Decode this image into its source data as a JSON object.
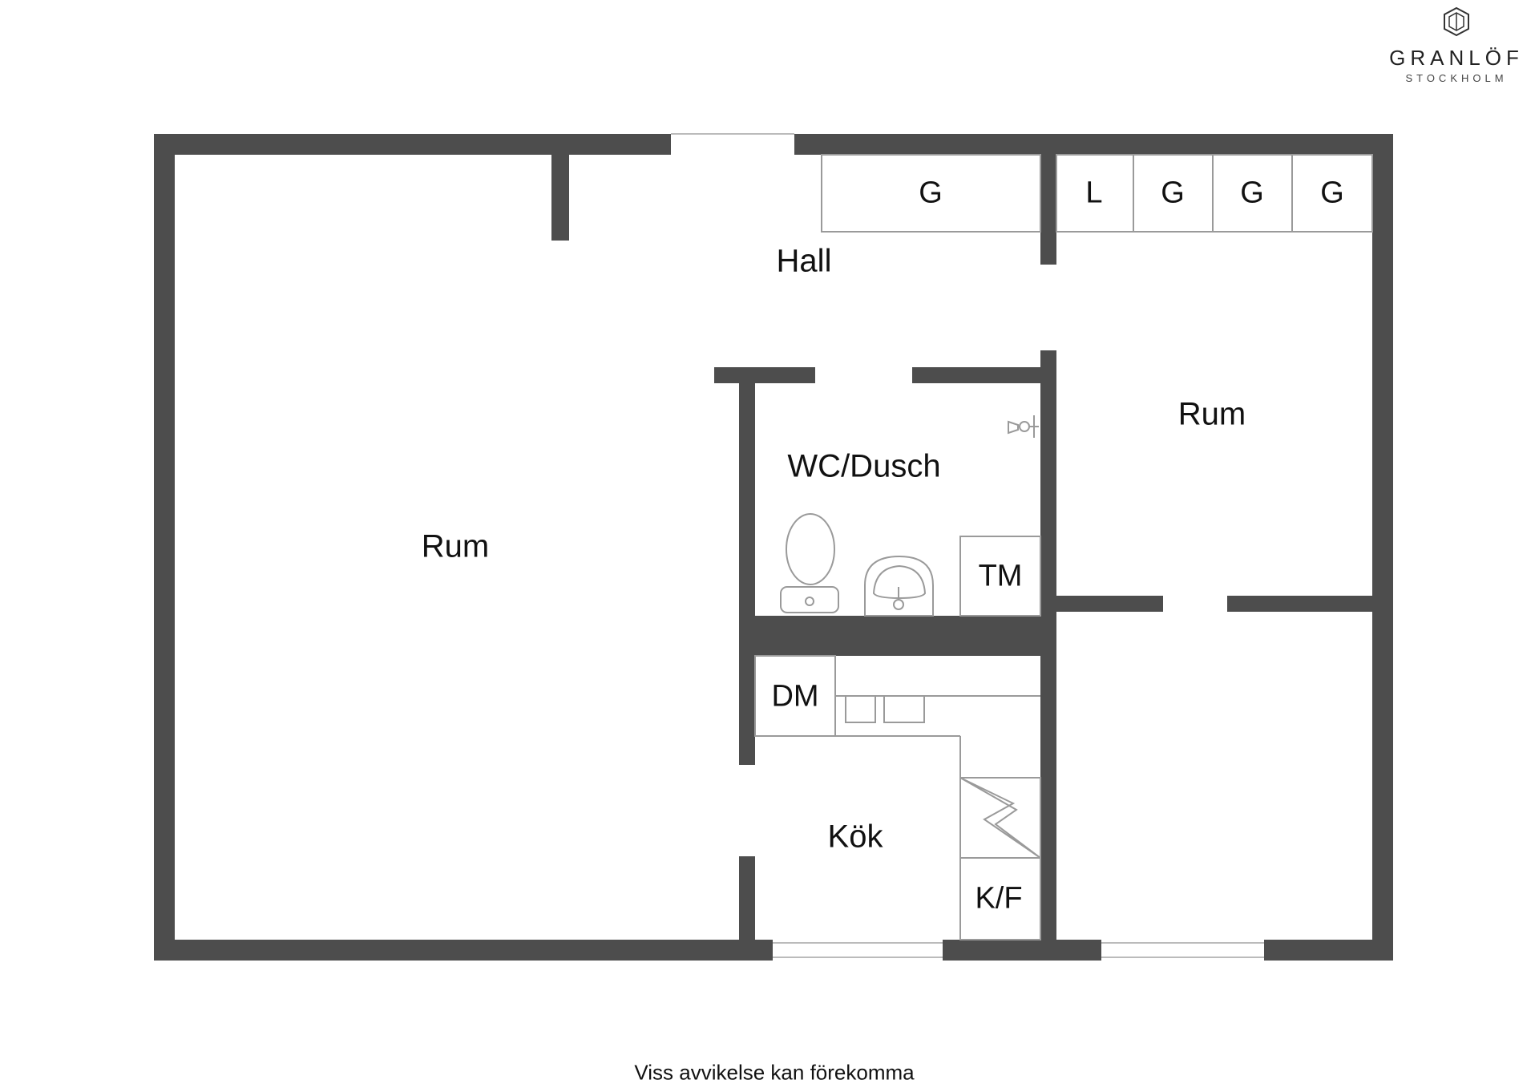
{
  "brand": {
    "name": "GRANLÖF",
    "city": "STOCKHOLM"
  },
  "rooms": {
    "hall": "Hall",
    "rum_left": "Rum",
    "rum_right": "Rum",
    "wc": "WC/Dusch",
    "kok": "Kök"
  },
  "fixtures": {
    "tm": "TM",
    "dm": "DM",
    "kf": "K/F",
    "closet_1": "G",
    "closet_2": "L",
    "closet_3": "G",
    "closet_4": "G",
    "closet_5": "G"
  },
  "footer": {
    "disclaimer": "Viss avvikelse kan förekomma"
  }
}
